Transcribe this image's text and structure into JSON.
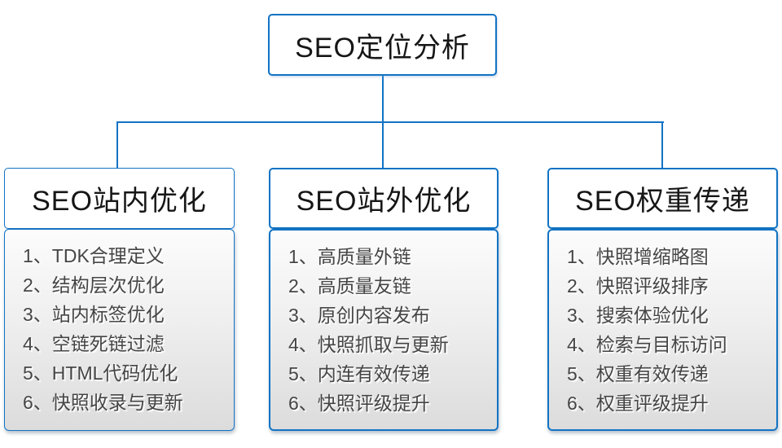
{
  "root": {
    "label": "SEO定位分析"
  },
  "columns": [
    {
      "title": "SEO站内优化",
      "items": [
        "1、TDK合理定义",
        "2、结构层次优化",
        "3、站内标签优化",
        "4、空链死链过滤",
        "5、HTML代码优化",
        "6、快照收录与更新"
      ]
    },
    {
      "title": "SEO站外优化",
      "items": [
        "1、高质量外链",
        "2、高质量友链",
        "3、原创内容发布",
        "4、快照抓取与更新",
        "5、内连有效传递",
        "6、快照评级提升"
      ]
    },
    {
      "title": "SEO权重传递",
      "items": [
        "1、快照增缩略图",
        "2、快照评级排序",
        "3、搜索体验优化",
        "4、检索与目标访问",
        "5、权重有效传递",
        "6、权重评级提升"
      ]
    }
  ],
  "colors": {
    "accent_blue": "#1273c4",
    "list_text": "#454545",
    "list_gradient_top": "#fcfcfc",
    "list_gradient_bottom": "#dcdcdc"
  }
}
